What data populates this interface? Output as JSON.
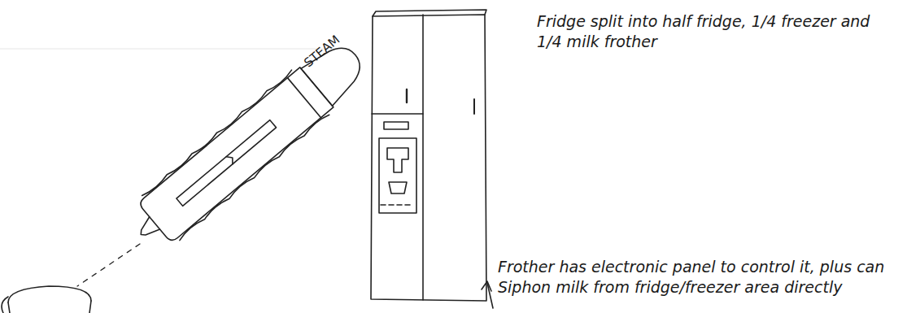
{
  "diagram": {
    "labels": [
      "STEAM",
      "Fridge split into half fridge, 1/4 freezer and 1/4 milk frother",
      "Frother has electronic panel to control it, plus can Siphon milk from fridge/freezer area directly"
    ]
  }
}
